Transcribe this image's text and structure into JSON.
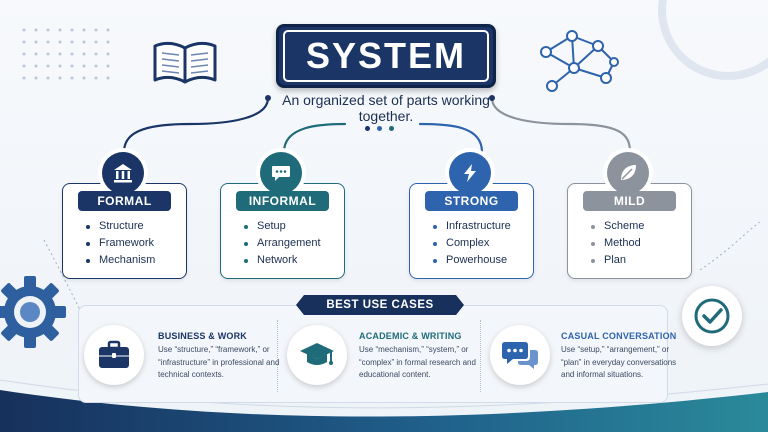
{
  "header": {
    "title": "SYSTEM",
    "subtitle": "An organized set of parts working together."
  },
  "categories": [
    {
      "label": "FORMAL",
      "icon": "institution-icon",
      "color": "#1a3566",
      "items": [
        "Structure",
        "Framework",
        "Mechanism"
      ]
    },
    {
      "label": "INFORMAL",
      "icon": "chat-bubble-icon",
      "color": "#1f6b7a",
      "items": [
        "Setup",
        "Arrangement",
        "Network"
      ]
    },
    {
      "label": "STRONG",
      "icon": "lightning-icon",
      "color": "#2e63ad",
      "items": [
        "Infrastructure",
        "Complex",
        "Powerhouse"
      ]
    },
    {
      "label": "MILD",
      "icon": "leaf-icon",
      "color": "#8c939c",
      "items": [
        "Scheme",
        "Method",
        "Plan"
      ]
    }
  ],
  "use_cases": {
    "heading": "BEST USE CASES",
    "items": [
      {
        "title": "BUSINESS & WORK",
        "icon": "briefcase-icon",
        "color": "#1a3566",
        "text": "Use “structure,” “framework,” or “infrastructure” in professional and technical contexts."
      },
      {
        "title": "ACADEMIC & WRITING",
        "icon": "graduation-cap-icon",
        "color": "#1f6b7a",
        "text": "Use “mechanism,” “system,” or “complex” in formal research and educational content."
      },
      {
        "title": "CASUAL CONVERSATION",
        "icon": "speech-bubbles-icon",
        "color": "#2e63ad",
        "text": "Use “setup,” “arrangement,” or “plan” in everyday conversations and informal situations."
      }
    ]
  },
  "decorations": {
    "book": "open-book-icon",
    "network": "network-nodes-icon",
    "gear": "gear-icon",
    "check": "checkmark-icon"
  }
}
